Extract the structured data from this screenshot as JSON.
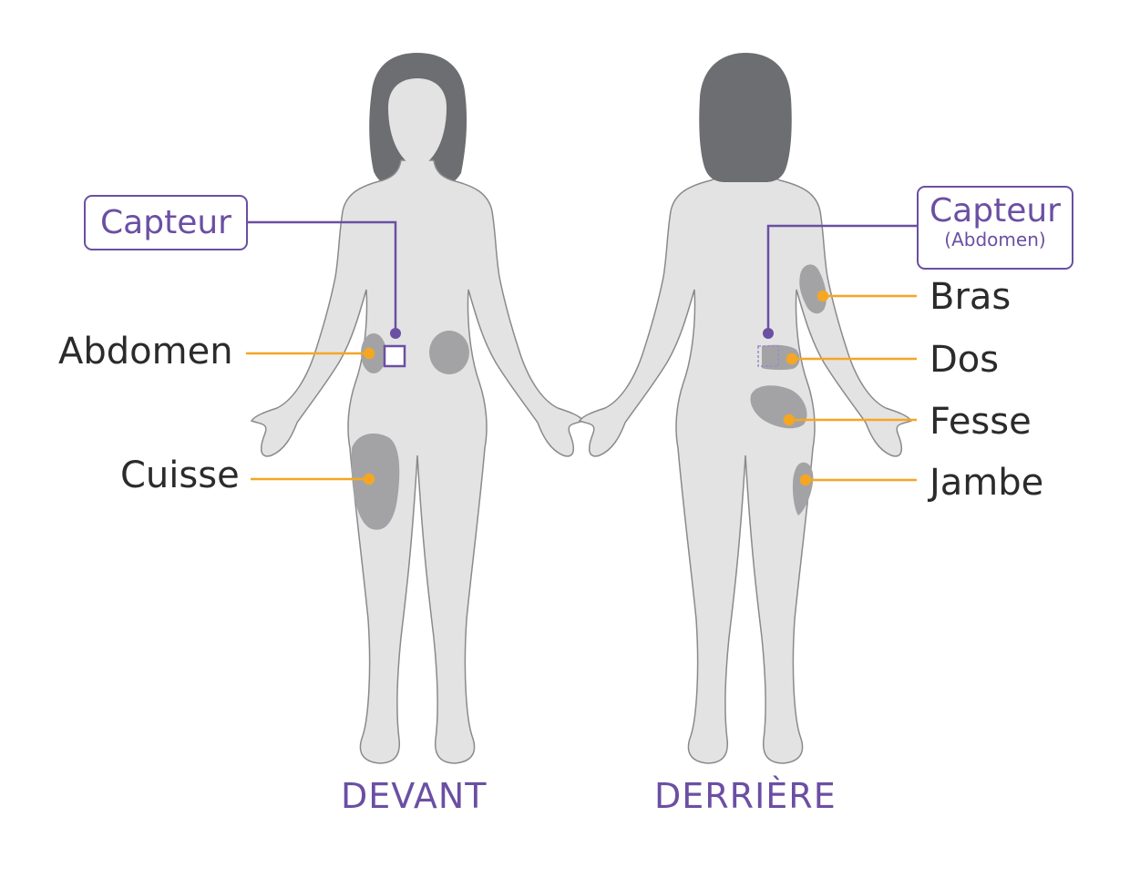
{
  "sensor_front": {
    "title": "Capteur"
  },
  "sensor_back": {
    "title": "Capteur",
    "subtitle": "(Abdomen)"
  },
  "front_labels": {
    "abdomen": "Abdomen",
    "thigh": "Cuisse"
  },
  "back_labels": {
    "arm": "Bras",
    "back": "Dos",
    "buttock": "Fesse",
    "leg": "Jambe"
  },
  "views": {
    "front": "DEVANT",
    "back": "DERRIÈRE"
  },
  "colors": {
    "body": "#e3e3e4",
    "body_outline": "#8a8a8c",
    "hair": "#6d6e71",
    "site_zone": "#a3a3a6",
    "leader_line": "#f5a623",
    "accent": "#6b4fa3"
  }
}
